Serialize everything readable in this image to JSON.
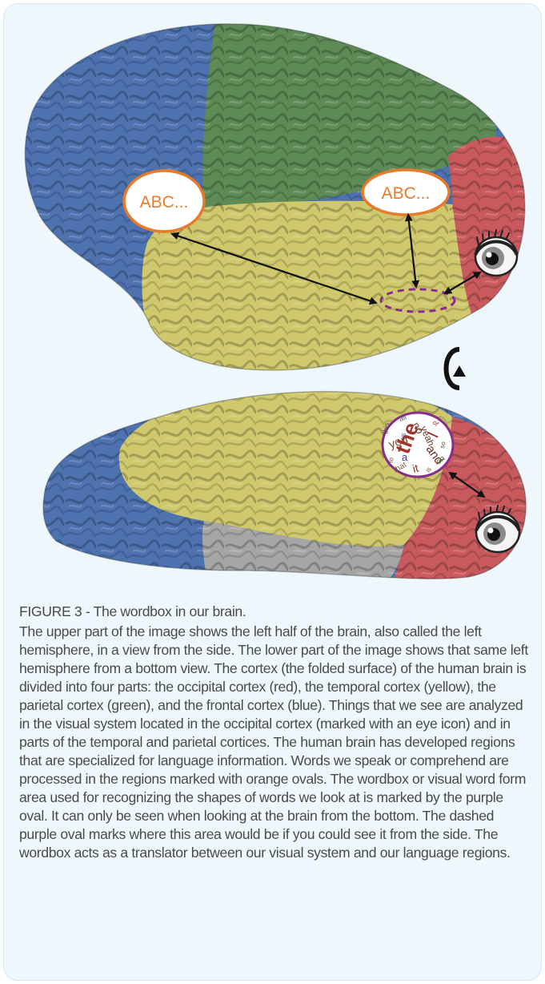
{
  "figure": {
    "upper_labels": {
      "left_oval": "ABC...",
      "right_oval": "ABC..."
    },
    "word_cloud": [
      "no",
      "the",
      "and",
      "you",
      "a",
      "that",
      "this",
      "it",
      "I",
      "on",
      "yeah",
      "all",
      "is",
      "to",
      "so",
      "of",
      "in"
    ],
    "colors": {
      "frontal": "#4e72b0",
      "parietal": "#5d8a55",
      "temporal": "#cfc86c",
      "occipital": "#c85a5e",
      "cerebellum": "#a6a6a6",
      "language_oval": "#e87a2a",
      "wordbox_oval": "#8a2c8c",
      "card_background": "#eef7fc"
    }
  },
  "caption": {
    "title": "FIGURE 3 - The wordbox in our brain.",
    "body": "The upper part of the image shows the left half of the brain, also called the left hemisphere, in a view from the side. The lower part of the image shows that same left hemisphere from a bottom view. The cortex (the folded surface) of the human brain is divided into four parts: the occipital cortex (red), the temporal cortex (yellow), the parietal cortex (green), and the frontal cortex (blue). Things that we see are analyzed in the visual system located in the occipital cortex (marked with an eye icon) and in parts of the temporal and parietal cortices. The human brain has developed regions that are specialized for language information. Words we speak or comprehend are processed in the regions marked with orange ovals. The wordbox or visual word form area used for recognizing the shapes of words we look at is marked by the purple oval. It can only be seen when looking at the brain from the bottom. The dashed purple oval marks where this area would be if you could see it from the side. The wordbox acts as a translator between our visual system and our language regions."
  }
}
